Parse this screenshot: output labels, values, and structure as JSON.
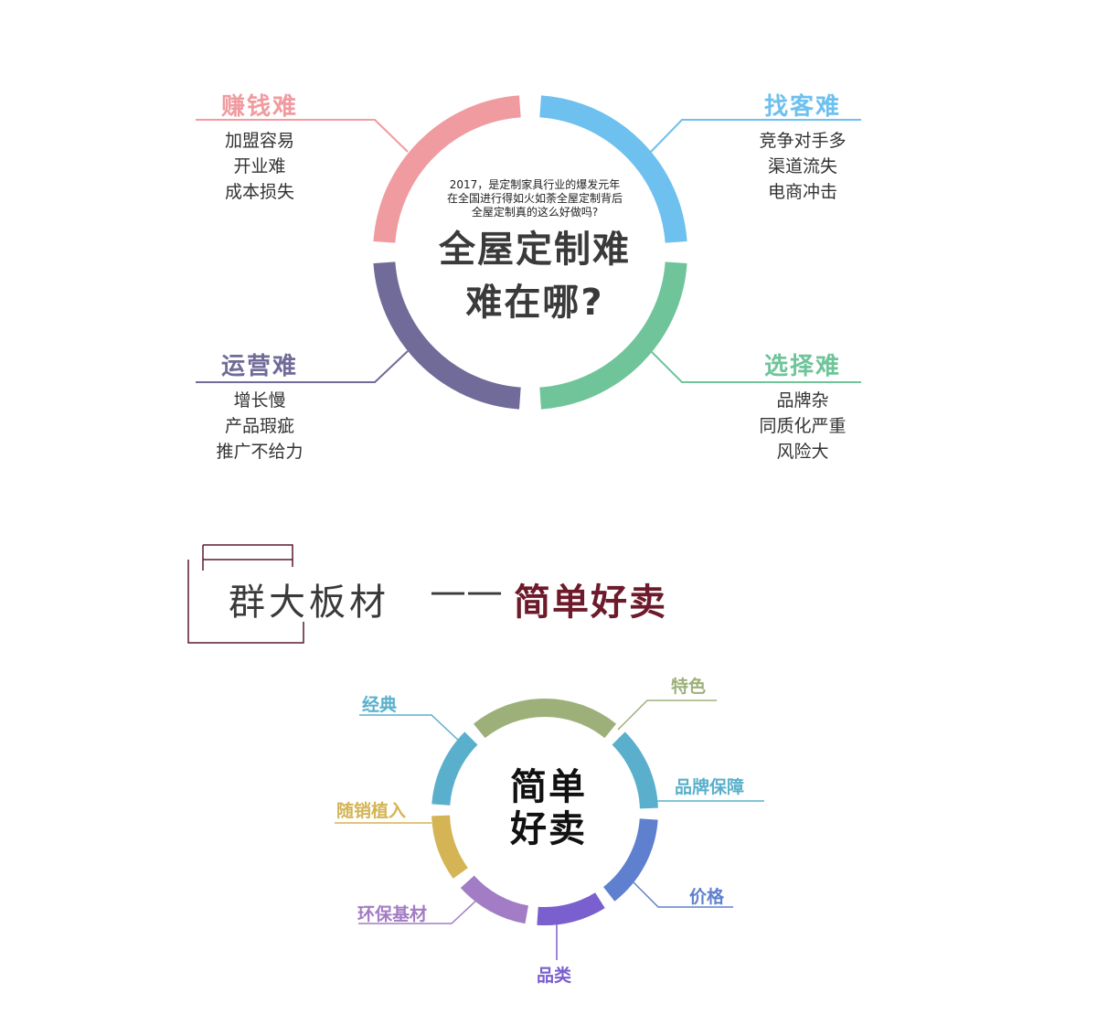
{
  "top_diagram": {
    "intro_lines": [
      "2017，是定制家具行业的爆发元年",
      "在全国进行得如火如荼全屋定制背后",
      "全屋定制真的这么好做吗?"
    ],
    "headline_lines": [
      "全屋定制难",
      "难在哪?"
    ],
    "quadrants": [
      {
        "title": "赚钱难",
        "color": "#f09ba0",
        "items": [
          "加盟容易",
          "开业难",
          "成本损失"
        ]
      },
      {
        "title": "找客难",
        "color": "#6ec0ee",
        "items": [
          "竞争对手多",
          "渠道流失",
          "电商冲击"
        ]
      },
      {
        "title": "运营难",
        "color": "#706b98",
        "items": [
          "增长慢",
          "产品瑕疵",
          "推广不给力"
        ]
      },
      {
        "title": "选择难",
        "color": "#6fc49a",
        "items": [
          "品牌杂",
          "同质化严重",
          "风险大"
        ]
      }
    ]
  },
  "section_heading": {
    "brand": "群大板材",
    "dash": "——",
    "slogan": "简单好卖",
    "frame_color": "#5c1a2c"
  },
  "bottom_diagram": {
    "center_lines": [
      "简单",
      "好卖"
    ],
    "segments": [
      {
        "label": "特色",
        "color": "#9db07a"
      },
      {
        "label": "品牌保障",
        "color": "#5ab0cc"
      },
      {
        "label": "价格",
        "color": "#5f80cf"
      },
      {
        "label": "品类",
        "color": "#7a5fcf"
      },
      {
        "label": "环保基材",
        "color": "#a27cc4"
      },
      {
        "label": "随销植入",
        "color": "#d4b455"
      },
      {
        "label": "经典",
        "color": "#5ab0cc"
      }
    ]
  }
}
